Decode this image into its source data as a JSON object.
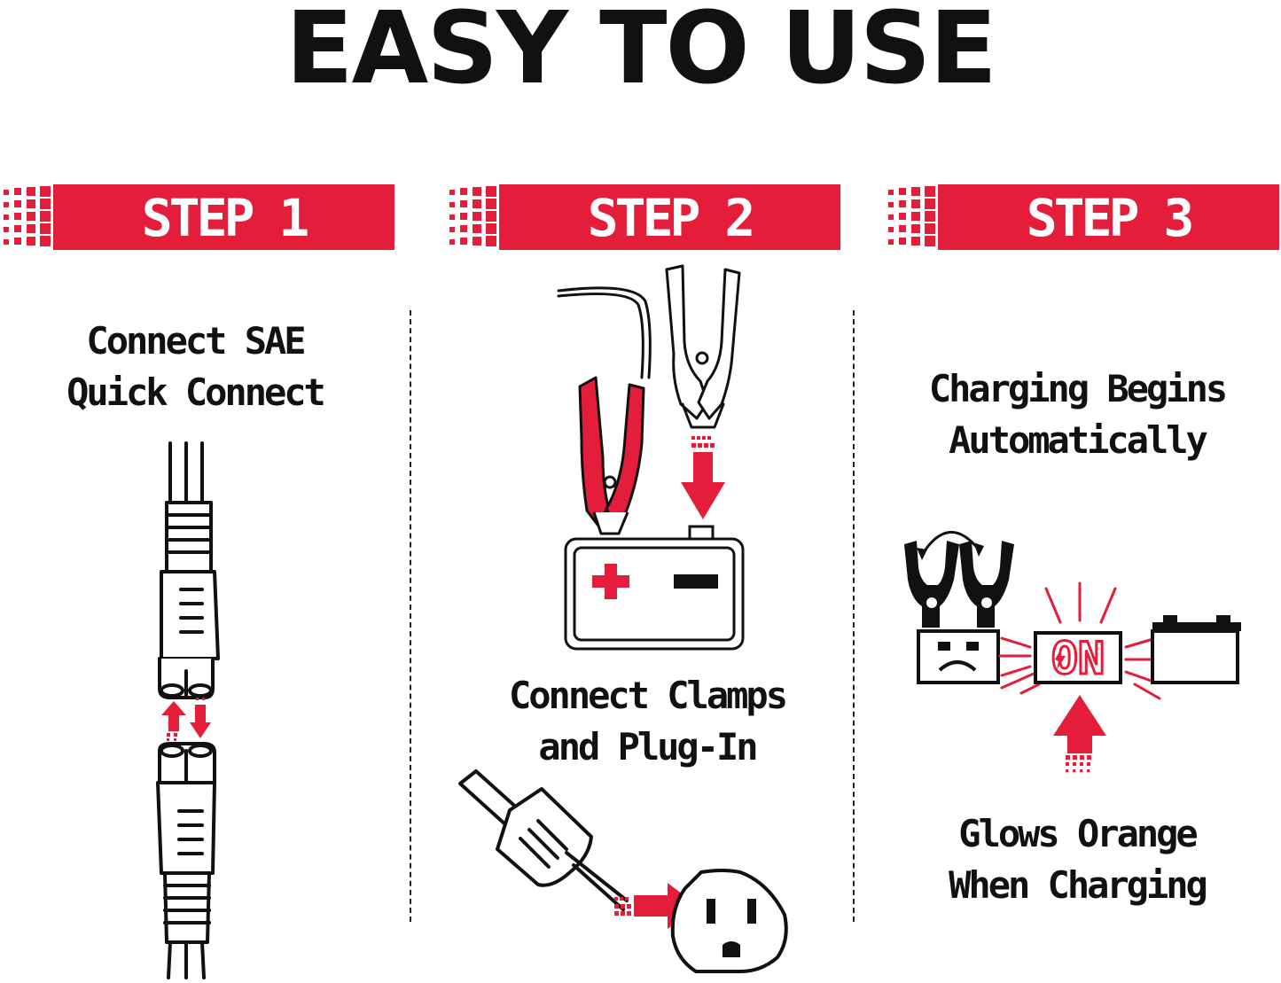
{
  "title": "EASY TO USE",
  "steps": [
    {
      "label": "STEP 1",
      "caption": [
        "Connect SAE",
        "Quick Connect"
      ]
    },
    {
      "label": "STEP 2",
      "caption": [
        "Connect Clamps",
        "and Plug-In"
      ]
    },
    {
      "label": "STEP 3",
      "caption": [
        "Charging Begins",
        "Automatically"
      ],
      "note": [
        "Glows Orange",
        "When Charging"
      ]
    }
  ],
  "indicator_text": "ON",
  "colors": {
    "accent": "#e41d3a",
    "ink": "#111111",
    "background": "#ffffff"
  },
  "icons": [
    "sae-connector-icon",
    "battery-clamp-icon",
    "car-battery-icon",
    "wall-plug-icon",
    "outlet-icon",
    "on-indicator-icon",
    "arrow-icon"
  ]
}
